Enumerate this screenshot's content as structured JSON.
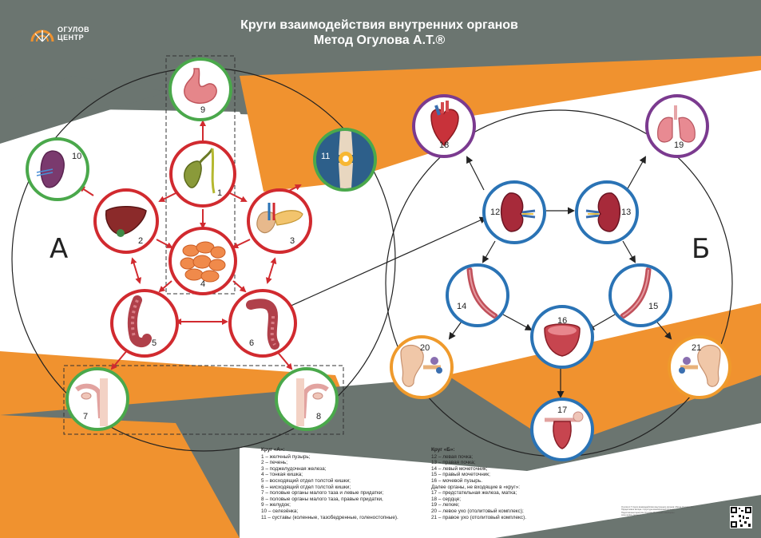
{
  "header": {
    "title_line1": "Круги взаимодействия внутренних органов",
    "title_line2": "Метод Огулова А.Т.®",
    "logo_line1": "ОГУЛОВ",
    "logo_line2": "ЦЕНТР"
  },
  "colors": {
    "gray": "#6b7570",
    "orange": "#f0922f",
    "red": "#d12a2f",
    "green": "#4aa84b",
    "blue": "#2a73b5",
    "purple": "#7b3a8f",
    "ear_orange": "#ef9a2c"
  },
  "circle_a": {
    "label": "А",
    "nodes": [
      {
        "num": "1",
        "icon": "gallbladder-icon"
      },
      {
        "num": "2",
        "icon": "liver-icon"
      },
      {
        "num": "3",
        "icon": "pancreas-icon"
      },
      {
        "num": "4",
        "icon": "small-intestine-icon"
      },
      {
        "num": "5",
        "icon": "ascending-colon-icon"
      },
      {
        "num": "6",
        "icon": "descending-colon-icon"
      },
      {
        "num": "7",
        "icon": "pelvic-organs-left-icon"
      },
      {
        "num": "8",
        "icon": "pelvic-organs-right-icon"
      },
      {
        "num": "9",
        "icon": "stomach-icon"
      },
      {
        "num": "10",
        "icon": "spleen-icon"
      },
      {
        "num": "11",
        "icon": "knee-joint-icon"
      }
    ]
  },
  "circle_b": {
    "label": "Б",
    "nodes": [
      {
        "num": "12",
        "icon": "left-kidney-icon"
      },
      {
        "num": "13",
        "icon": "right-kidney-icon"
      },
      {
        "num": "14",
        "icon": "left-ureter-icon"
      },
      {
        "num": "15",
        "icon": "right-ureter-icon"
      },
      {
        "num": "16",
        "icon": "bladder-icon"
      },
      {
        "num": "17",
        "icon": "prostate-uterus-icon"
      },
      {
        "num": "18",
        "icon": "heart-icon"
      },
      {
        "num": "19",
        "icon": "lungs-icon"
      },
      {
        "num": "20",
        "icon": "left-ear-icon"
      },
      {
        "num": "21",
        "icon": "right-ear-icon"
      }
    ]
  },
  "legend_a": {
    "heading": "Круг «А»:",
    "items": [
      "1 – желчный пузырь;",
      "2 – печень;",
      "3 – поджелудочная железа;",
      "4 – тонкая кишка;",
      "5 – восходящий отдел толстой кишки;",
      "6 – нисходящий отдел толстой кишки;",
      "7 – половые органы малого таза и левые придатки;",
      "8 – половые органы малого таза, правые придатки,",
      "9 – желудок;",
      "10 – селезёнка;",
      "11 – суставы (коленные, тазобедренные, голеностопные)."
    ]
  },
  "legend_b": {
    "heading": "Круг «Б»:",
    "items": [
      "12 – левая почка;",
      "13 – правая почка;",
      "14 – левый мочеточник;",
      "15 – правый мочеточник;",
      "16 – мочевой пузырь.",
      "Далее органы, не входящие в «круг»:",
      "17 – предстательная железа, матка;",
      "18 – сердце;",
      "19 – легкие;",
      "20 – левое ухо (отолитовый комплекс);",
      "21 – правое ухо (отолитовый комплекс)."
    ]
  },
  "credits": {
    "lines": [
      "Огулов А.Т. Круги взаимодействия внутренних органов. Метод Огулова А.Т.",
      "Предисловие автора. Структура взаимосвязей органов.",
      "Подготовлено Центром Огулова. Все права защищены.",
      "www.ogulov-center.ru"
    ]
  }
}
